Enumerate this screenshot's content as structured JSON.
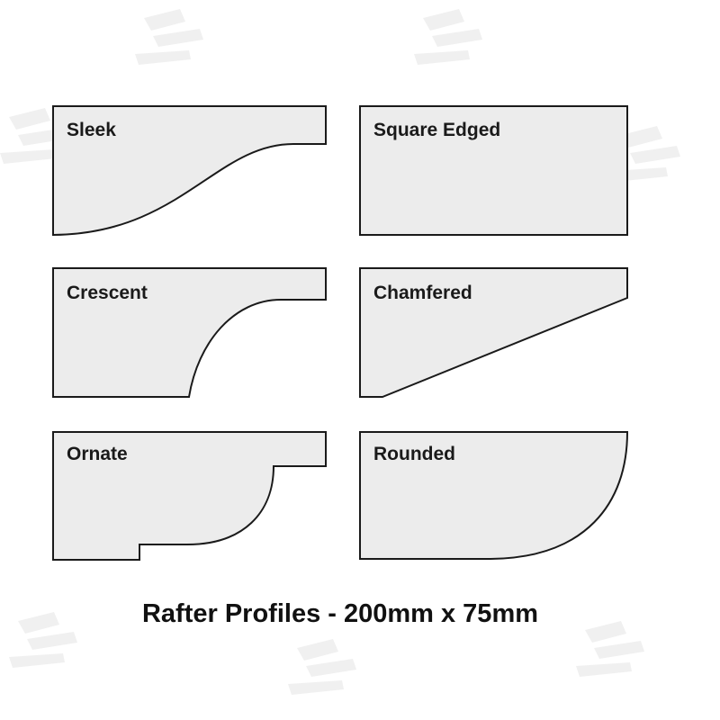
{
  "colors": {
    "profile_fill": "#ececec",
    "profile_stroke": "#1a1a1a",
    "watermark": "#eeeeee",
    "background": "#ffffff"
  },
  "profiles": [
    {
      "id": "sleek",
      "label": "Sleek"
    },
    {
      "id": "square-edged",
      "label": "Square Edged"
    },
    {
      "id": "crescent",
      "label": "Crescent"
    },
    {
      "id": "chamfered",
      "label": "Chamfered"
    },
    {
      "id": "ornate",
      "label": "Ornate"
    },
    {
      "id": "rounded",
      "label": "Rounded"
    }
  ],
  "caption": "Rafter Profiles - 200mm x 75mm",
  "watermark_icon": "brand-logo-watermark"
}
